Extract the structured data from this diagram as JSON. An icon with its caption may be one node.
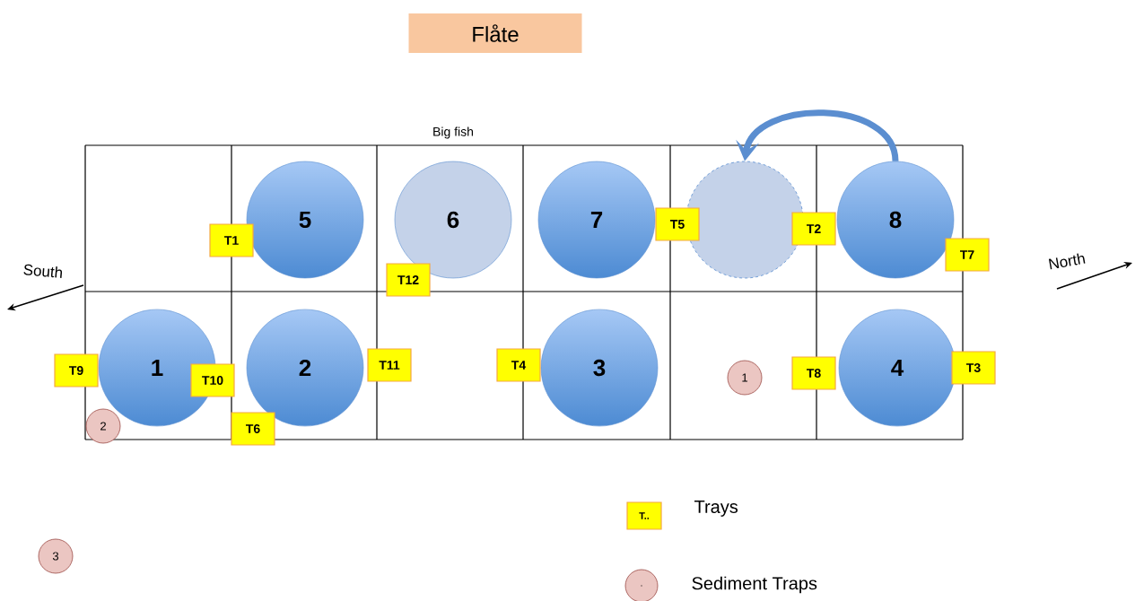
{
  "diagram": {
    "title": "Flåte",
    "nodes": [
      {
        "text": [
          "5"
        ]
      },
      {
        "text": [
          "6"
        ],
        "beside": [
          "Big fish"
        ]
      },
      {
        "text": [
          "7"
        ]
      },
      {
        "text": [],
        "shape": "circle"
      },
      {
        "text": [
          "8"
        ]
      },
      {
        "text": [
          "1"
        ]
      },
      {
        "text": [
          "2"
        ]
      },
      {
        "text": [
          "3"
        ]
      },
      {
        "text": [
          "4"
        ]
      },
      {
        "text": [
          "T1"
        ]
      },
      {
        "text": [
          "T5"
        ]
      },
      {
        "text": [
          "T2"
        ]
      },
      {
        "text": [
          "T7"
        ]
      },
      {
        "text": [
          "T12"
        ]
      },
      {
        "text": [
          "T9"
        ]
      },
      {
        "text": [
          "T10"
        ]
      },
      {
        "text": [
          "T11"
        ]
      },
      {
        "text": [
          "T4"
        ]
      },
      {
        "text": [
          "T8"
        ]
      },
      {
        "text": [
          "T3"
        ]
      },
      {
        "text": [
          "T6"
        ]
      },
      {
        "text": [
          "1"
        ]
      },
      {
        "text": [
          "2"
        ]
      },
      {
        "text": [
          "3"
        ]
      }
    ],
    "edges": [
      {
        "from": 4,
        "to": 3,
        "arrow": "to",
        "color": "#5b8ed0"
      }
    ],
    "labels": [
      "South",
      "North",
      "T..",
      "."
    ],
    "legend": [
      {
        "text": "Trays"
      },
      {
        "text": "Sediment Traps"
      }
    ]
  }
}
